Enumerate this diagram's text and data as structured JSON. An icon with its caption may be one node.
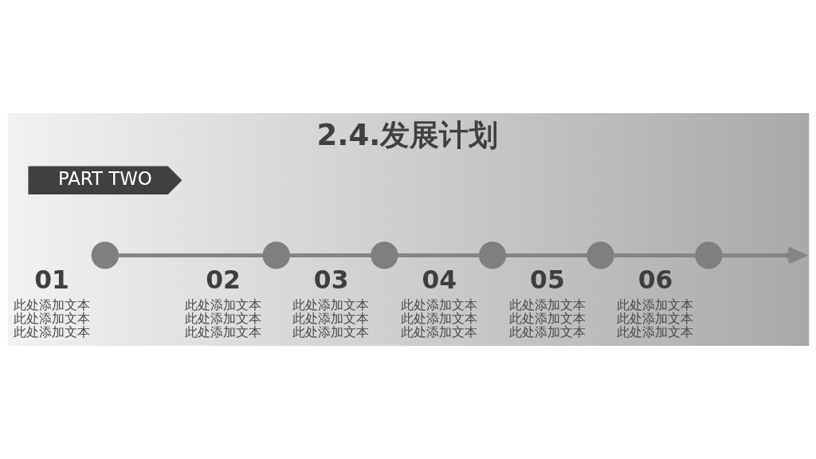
{
  "diagram": {
    "title": "2.4.发展计划",
    "nodes": [
      {
        "text": [
          "PART TWO"
        ]
      },
      {
        "text": [],
        "shape": "circle",
        "beside": [
          "01",
          "此处添加文本此处添加文本此处添加文本"
        ]
      },
      {
        "text": [],
        "shape": "circle",
        "beside": [
          "02",
          "此处添加文本此处添加文本此处添加文本"
        ]
      },
      {
        "text": [],
        "shape": "circle",
        "beside": [
          "03",
          "此处添加文本此处添加文本此处添加文本"
        ]
      },
      {
        "text": [],
        "shape": "circle",
        "beside": [
          "04",
          "此处添加文本此处添加文本此处添加文本"
        ]
      },
      {
        "text": [],
        "shape": "circle",
        "beside": [
          "05",
          "此处添加文本此处添加文本此处添加文本"
        ]
      },
      {
        "text": [],
        "shape": "circle",
        "beside": [
          "06",
          "此处添加文本此处添加文本此处添加文本"
        ]
      }
    ],
    "edges": [
      {
        "from": 1,
        "to": 2,
        "arrow": "none"
      },
      {
        "from": 2,
        "to": 3,
        "arrow": "none"
      },
      {
        "from": 3,
        "to": 4,
        "arrow": "none"
      },
      {
        "from": 4,
        "to": 5,
        "arrow": "none"
      },
      {
        "from": 5,
        "to": 6,
        "arrow": "none"
      },
      {
        "from": 6,
        "to": null,
        "arrow": "to"
      }
    ]
  }
}
